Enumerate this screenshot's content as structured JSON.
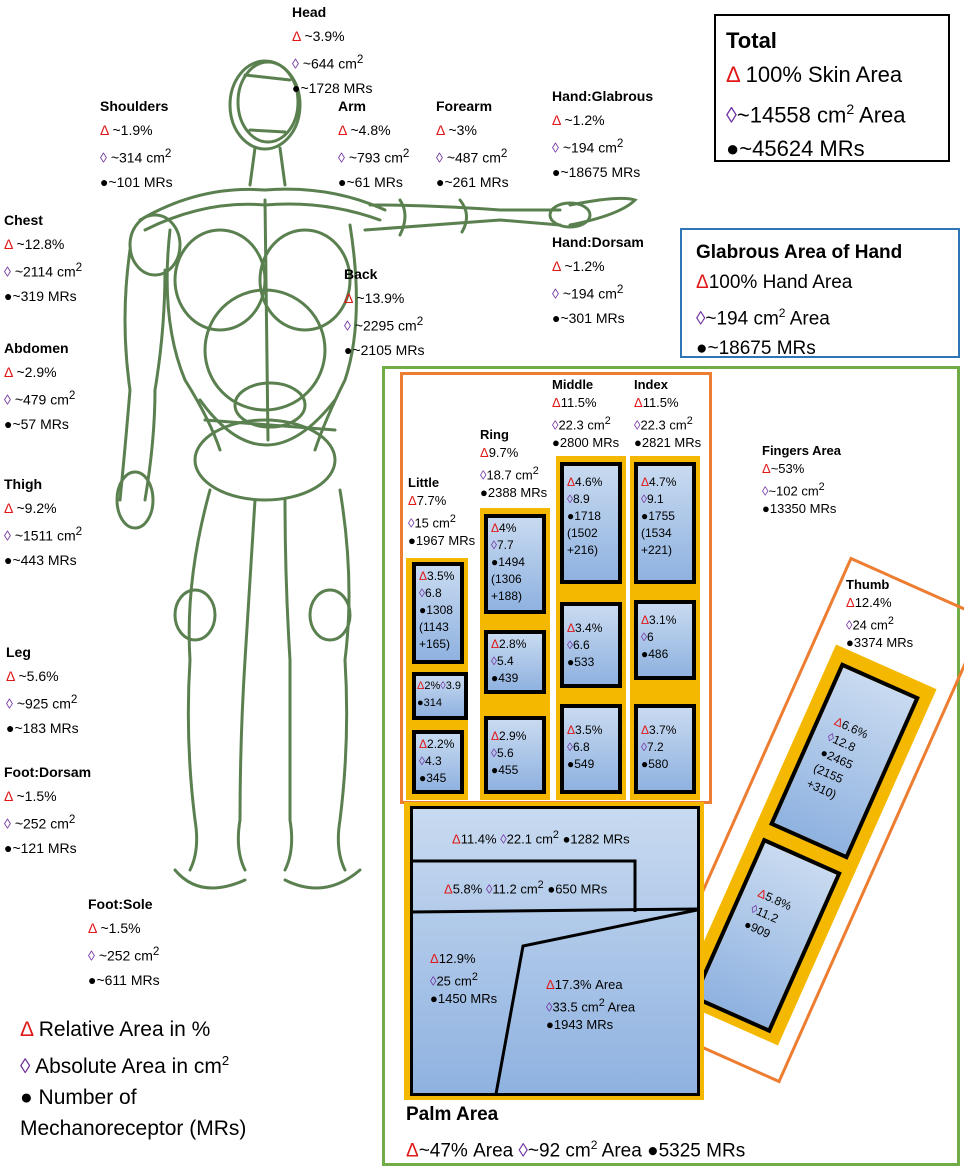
{
  "regions": {
    "head": {
      "title": "Head",
      "rel": "~3.9%",
      "abs_pre": "~644 cm",
      "abs_sup": "2",
      "mr": "~1728 MRs"
    },
    "shoulders": {
      "title": "Shoulders",
      "rel": "~1.9%",
      "abs_pre": "~314 cm",
      "abs_sup": "2",
      "mr": "~101 MRs"
    },
    "arm": {
      "title": "Arm",
      "rel": "~4.8%",
      "abs_pre": "~793 cm",
      "abs_sup": "2",
      "mr": "~61 MRs"
    },
    "forearm": {
      "title": "Forearm",
      "rel": "~3%",
      "abs_pre": "~487 cm",
      "abs_sup": "2",
      "mr": "~261 MRs"
    },
    "hand_glabrous": {
      "title": "Hand:Glabrous",
      "rel": "~1.2%",
      "abs_pre": "~194 cm",
      "abs_sup": "2",
      "mr": "~18675 MRs"
    },
    "hand_dorsam": {
      "title": "Hand:Dorsam",
      "rel": "~1.2%",
      "abs_pre": "~194 cm",
      "abs_sup": "2",
      "mr": "~301 MRs"
    },
    "chest": {
      "title": "Chest",
      "rel": "~12.8%",
      "abs_pre": "~2114 cm",
      "abs_sup": "2",
      "mr": "~319 MRs"
    },
    "back": {
      "title": "Back",
      "rel": "~13.9%",
      "abs_pre": "~2295 cm",
      "abs_sup": "2",
      "mr": "~2105 MRs"
    },
    "abdomen": {
      "title": "Abdomen",
      "rel": "~2.9%",
      "abs_pre": "~479 cm",
      "abs_sup": "2",
      "mr": "~57 MRs"
    },
    "thigh": {
      "title": "Thigh",
      "rel": "~9.2%",
      "abs_pre": "~1511 cm",
      "abs_sup": "2",
      "mr": "~443 MRs"
    },
    "leg": {
      "title": "Leg",
      "rel": "~5.6%",
      "abs_pre": "~925 cm",
      "abs_sup": "2",
      "mr": "~183 MRs"
    },
    "foot_dorsam": {
      "title": "Foot:Dorsam",
      "rel": "~1.5%",
      "abs_pre": "~252 cm",
      "abs_sup": "2",
      "mr": "~121 MRs"
    },
    "foot_sole": {
      "title": "Foot:Sole",
      "rel": "~1.5%",
      "abs_pre": "~252 cm",
      "abs_sup": "2",
      "mr": "~611 MRs"
    }
  },
  "total": {
    "title": "Total",
    "rel": "100% Skin Area",
    "abs_pre": "~14558 cm",
    "abs_sup": "2",
    "abs_post": " Area",
    "mr": "~45624 MRs"
  },
  "glabrous": {
    "title": "Glabrous Area of Hand",
    "rel": "100% Hand Area",
    "abs_pre": "~194 cm",
    "abs_sup": "2",
    "abs_post": " Area",
    "mr": "~18675 MRs"
  },
  "legend": {
    "rel": "Relative Area in %",
    "abs_pre": "Absolute Area in cm",
    "abs_sup": "2",
    "mr_line1": "Number of",
    "mr_line2": "Mechanoreceptor (MRs)"
  },
  "symbols": {
    "triangle": "Δ",
    "diamond": "◊",
    "dot": "●"
  },
  "fingers": {
    "little": {
      "title": "Little",
      "rel": "7.7%",
      "abs_pre": "15 cm",
      "abs_sup": "2",
      "mr": "1967 MRs"
    },
    "ring": {
      "title": "Ring",
      "rel": "9.7%",
      "abs_pre": "18.7 cm",
      "abs_sup": "2",
      "mr": "2388 MRs"
    },
    "middle": {
      "title": "Middle",
      "rel": "11.5%",
      "abs_pre": "22.3 cm",
      "abs_sup": "2",
      "mr": "2800 MRs"
    },
    "index": {
      "title": "Index",
      "rel": "11.5%",
      "abs_pre": "22.3 cm",
      "abs_sup": "2",
      "mr": "2821 MRs"
    },
    "area": {
      "title": "Fingers Area",
      "rel": "~53%",
      "abs_pre": "~102 cm",
      "abs_sup": "2",
      "mr": "13350 MRs"
    },
    "thumb": {
      "title": "Thumb",
      "rel": "12.4%",
      "abs_pre": "24 cm",
      "abs_sup": "2",
      "mr": "3374 MRs"
    }
  },
  "segments": {
    "little_top": {
      "rel": "3.5%",
      "abs": "6.8",
      "mr": "1308",
      "split1": "(1143",
      "split2": "+165)"
    },
    "little_mid": {
      "rel": "2%",
      "abs": "3.9",
      "mr": "314"
    },
    "little_bot": {
      "rel": "2.2%",
      "abs": "4.3",
      "mr": "345"
    },
    "ring_top": {
      "rel": "4%",
      "abs": "7.7",
      "mr": "1494",
      "split1": "(1306",
      "split2": "+188)"
    },
    "ring_mid": {
      "rel": "2.8%",
      "abs": "5.4",
      "mr": "439"
    },
    "ring_bot": {
      "rel": "2.9%",
      "abs": "5.6",
      "mr": "455"
    },
    "middle_top": {
      "rel": "4.6%",
      "abs": "8.9",
      "mr": "1718",
      "split1": "(1502",
      "split2": "+216)"
    },
    "middle_mid": {
      "rel": "3.4%",
      "abs": "6.6",
      "mr": "533"
    },
    "middle_bot": {
      "rel": "3.5%",
      "abs": "6.8",
      "mr": "549"
    },
    "index_top": {
      "rel": "4.7%",
      "abs": "9.1",
      "mr": "1755",
      "split1": "(1534",
      "split2": "+221)"
    },
    "index_mid": {
      "rel": "3.1%",
      "abs": "6",
      "mr": "486"
    },
    "index_bot": {
      "rel": "3.7%",
      "abs": "7.2",
      "mr": "580"
    },
    "thumb_top": {
      "rel": "6.6%",
      "abs": "12.8",
      "mr": "2465",
      "split1": "(2155",
      "split2": "+310)"
    },
    "thumb_bot": {
      "rel": "5.8%",
      "abs": "11.2",
      "mr": "909"
    }
  },
  "palm": {
    "row1": {
      "rel": "11.4%",
      "abs_pre": "22.1 cm",
      "abs_sup": "2",
      "mr": "1282 MRs"
    },
    "row2": {
      "rel": "5.8%",
      "abs_pre": "11.2 cm",
      "abs_sup": "2",
      "mr": "650 MRs"
    },
    "left": {
      "rel": "12.9%",
      "abs_pre": "25 cm",
      "abs_sup": "2",
      "mr": "1450 MRs"
    },
    "right": {
      "rel": "17.3% Area",
      "abs_pre": "33.5 cm",
      "abs_sup": "2",
      "abs_post": " Area",
      "mr": "1943 MRs"
    },
    "area": {
      "title": "Palm Area",
      "rel": "~47% Area",
      "abs_pre": "~92 cm",
      "abs_sup": "2",
      "abs_post": " Area",
      "mr": "5325 MRs"
    }
  },
  "colors": {
    "triangle": "#e01818",
    "diamond": "#7030a0",
    "sketch": "#3f6b32",
    "outline_green": "#70ad47",
    "outline_orange": "#ed7d31",
    "outline_blue": "#2e75b6",
    "finger_bg": "#f5b800",
    "cell_fill": "#a9c4e8"
  }
}
